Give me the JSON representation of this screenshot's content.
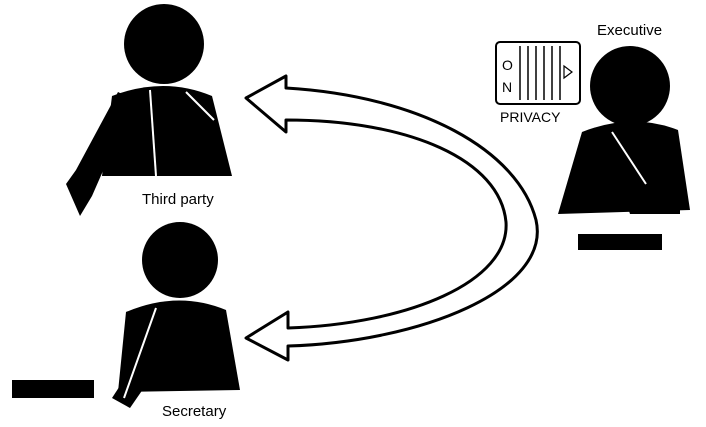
{
  "labels": {
    "executive": "Executive",
    "third_party": "Third party",
    "secretary": "Secretary"
  },
  "privacy_switch": {
    "caption": "PRIVACY",
    "state_letters": [
      "O",
      "N"
    ]
  },
  "colors": {
    "ink": "#000000",
    "background": "#ffffff"
  },
  "icons": [
    "person-silhouette",
    "desk-plate",
    "privacy-switch",
    "curved-double-arrow"
  ]
}
